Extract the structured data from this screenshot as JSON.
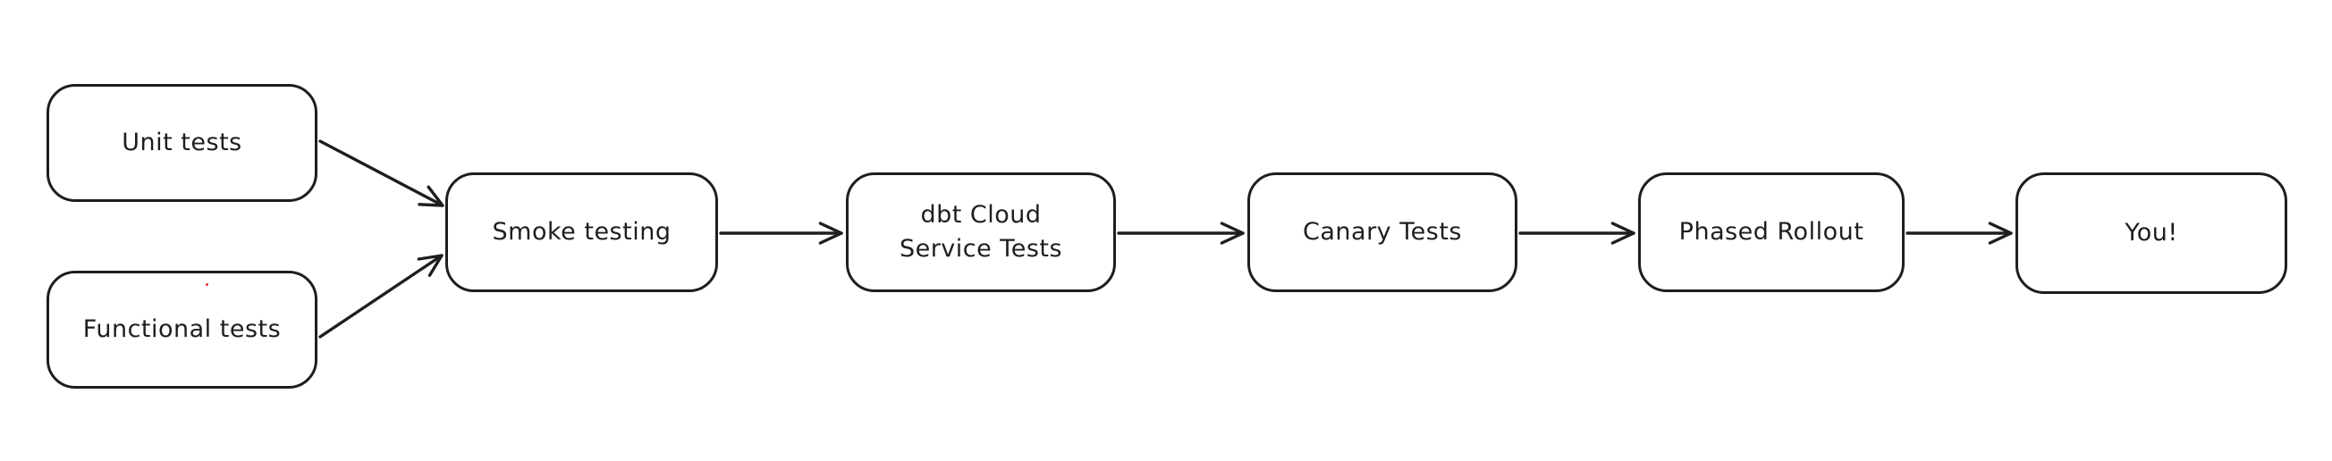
{
  "diagram": {
    "colors": {
      "background": "#ffffff",
      "stroke": "#1e1e1e",
      "node_fill": "#ffffff",
      "text": "#1e1e1e",
      "artifact_dot": "#e03131"
    },
    "nodes": [
      {
        "id": "unit-tests",
        "label": "Unit tests"
      },
      {
        "id": "functional-tests",
        "label": "Functional tests"
      },
      {
        "id": "smoke-testing",
        "label": "Smoke testing"
      },
      {
        "id": "dbt-cloud-service-tests",
        "label": "dbt Cloud\nService Tests"
      },
      {
        "id": "canary-tests",
        "label": "Canary Tests"
      },
      {
        "id": "phased-rollout",
        "label": "Phased Rollout"
      },
      {
        "id": "you",
        "label": "You!"
      }
    ],
    "edges": [
      {
        "from": "unit-tests",
        "to": "smoke-testing"
      },
      {
        "from": "functional-tests",
        "to": "smoke-testing"
      },
      {
        "from": "smoke-testing",
        "to": "dbt-cloud-service-tests"
      },
      {
        "from": "dbt-cloud-service-tests",
        "to": "canary-tests"
      },
      {
        "from": "canary-tests",
        "to": "phased-rollout"
      },
      {
        "from": "phased-rollout",
        "to": "you"
      }
    ]
  }
}
